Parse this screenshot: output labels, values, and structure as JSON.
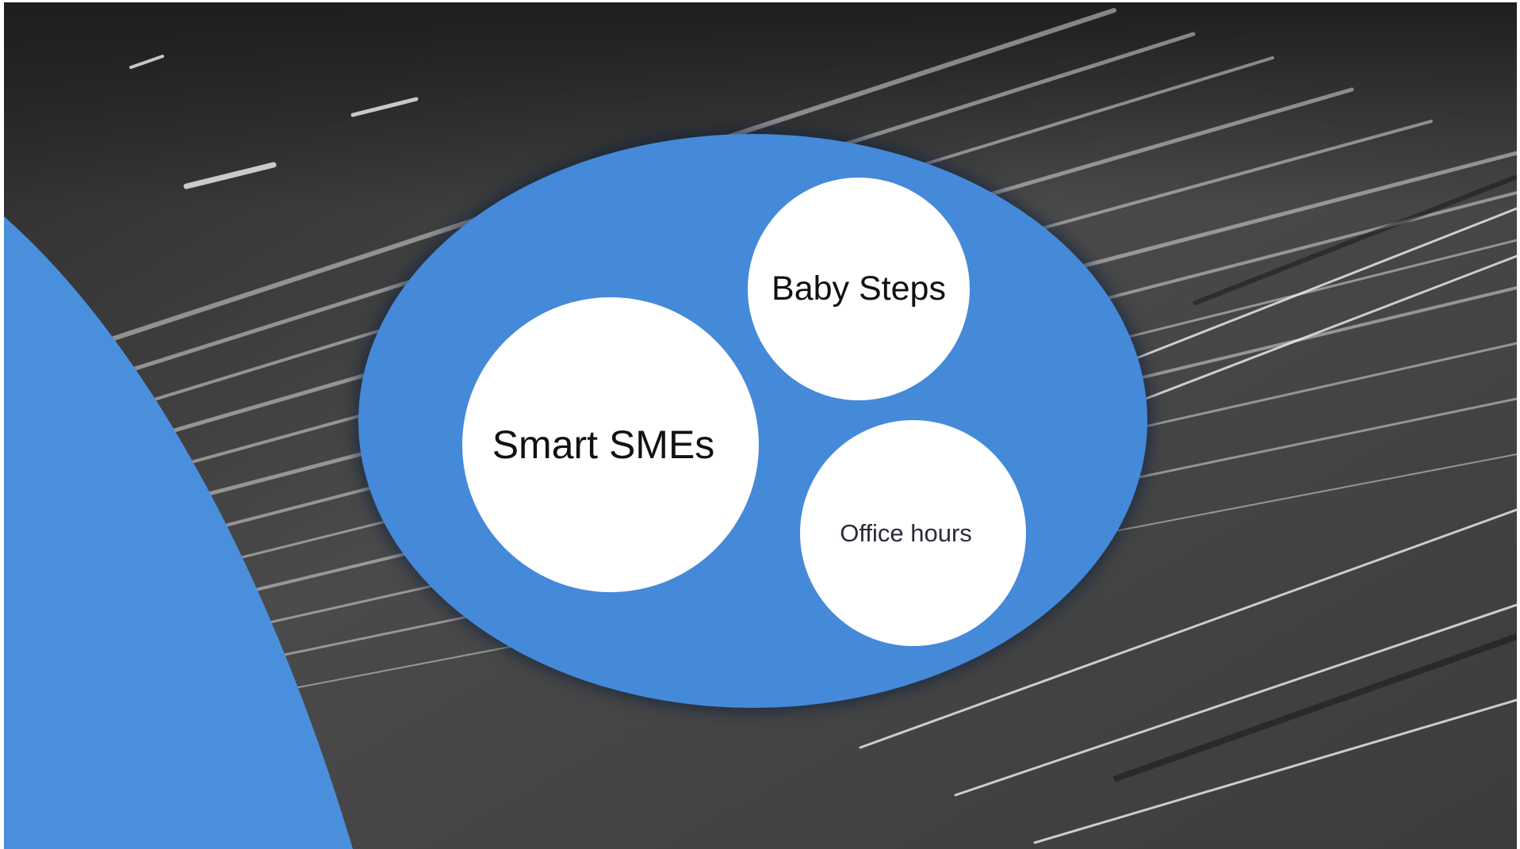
{
  "diagram": {
    "nodes": [
      {
        "id": "smart",
        "label": "Smart SMEs"
      },
      {
        "id": "baby",
        "label": "Baby Steps"
      },
      {
        "id": "office",
        "label": "Office hours"
      }
    ]
  },
  "colors": {
    "accent_blue": "#4589d9",
    "circle_fill": "#ffffff",
    "background": "#3a3a3a"
  }
}
